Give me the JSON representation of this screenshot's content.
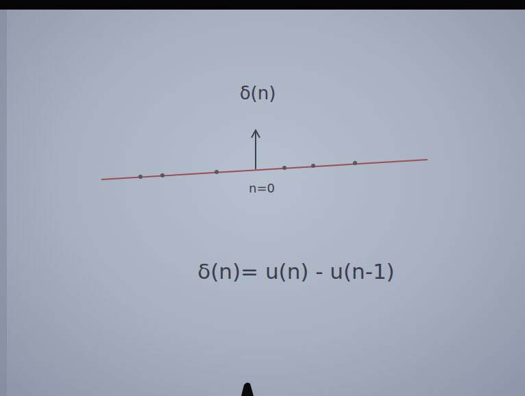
{
  "diagram": {
    "labels": [
      "δ(n)",
      "n=0",
      "δ(n)= u(n) - u(n-1)"
    ]
  }
}
